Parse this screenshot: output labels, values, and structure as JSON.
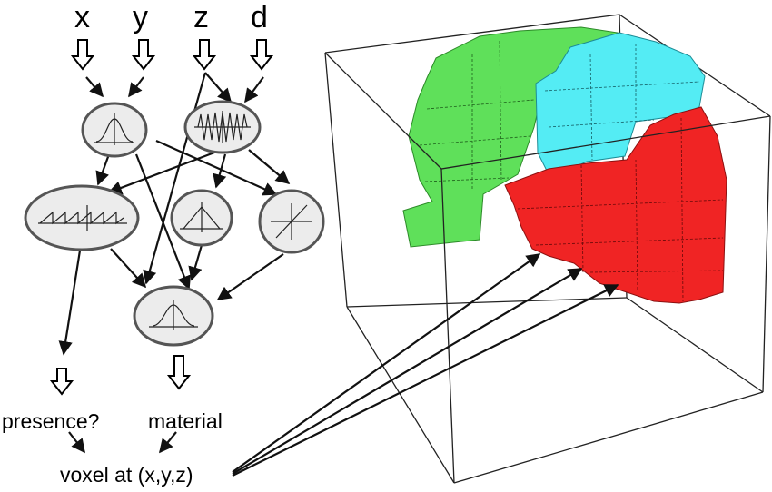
{
  "inputs": {
    "x": "x",
    "y": "y",
    "z": "z",
    "d": "d"
  },
  "outputs": {
    "presence": "presence?",
    "material": "material"
  },
  "voxel_label": "voxel at (x,y,z)",
  "colors": {
    "green": "#5fe05a",
    "cyan": "#54ecf4",
    "red": "#f02424",
    "node_fill": "#ececec",
    "node_stroke": "#555555"
  },
  "icons": {
    "node_top_left": "gaussian-icon",
    "node_top_right": "sine-icon",
    "node_mid_left": "sawtooth-icon",
    "node_mid_center": "triangle-icon",
    "node_mid_right": "linear-icon",
    "node_output": "gaussian-icon"
  }
}
